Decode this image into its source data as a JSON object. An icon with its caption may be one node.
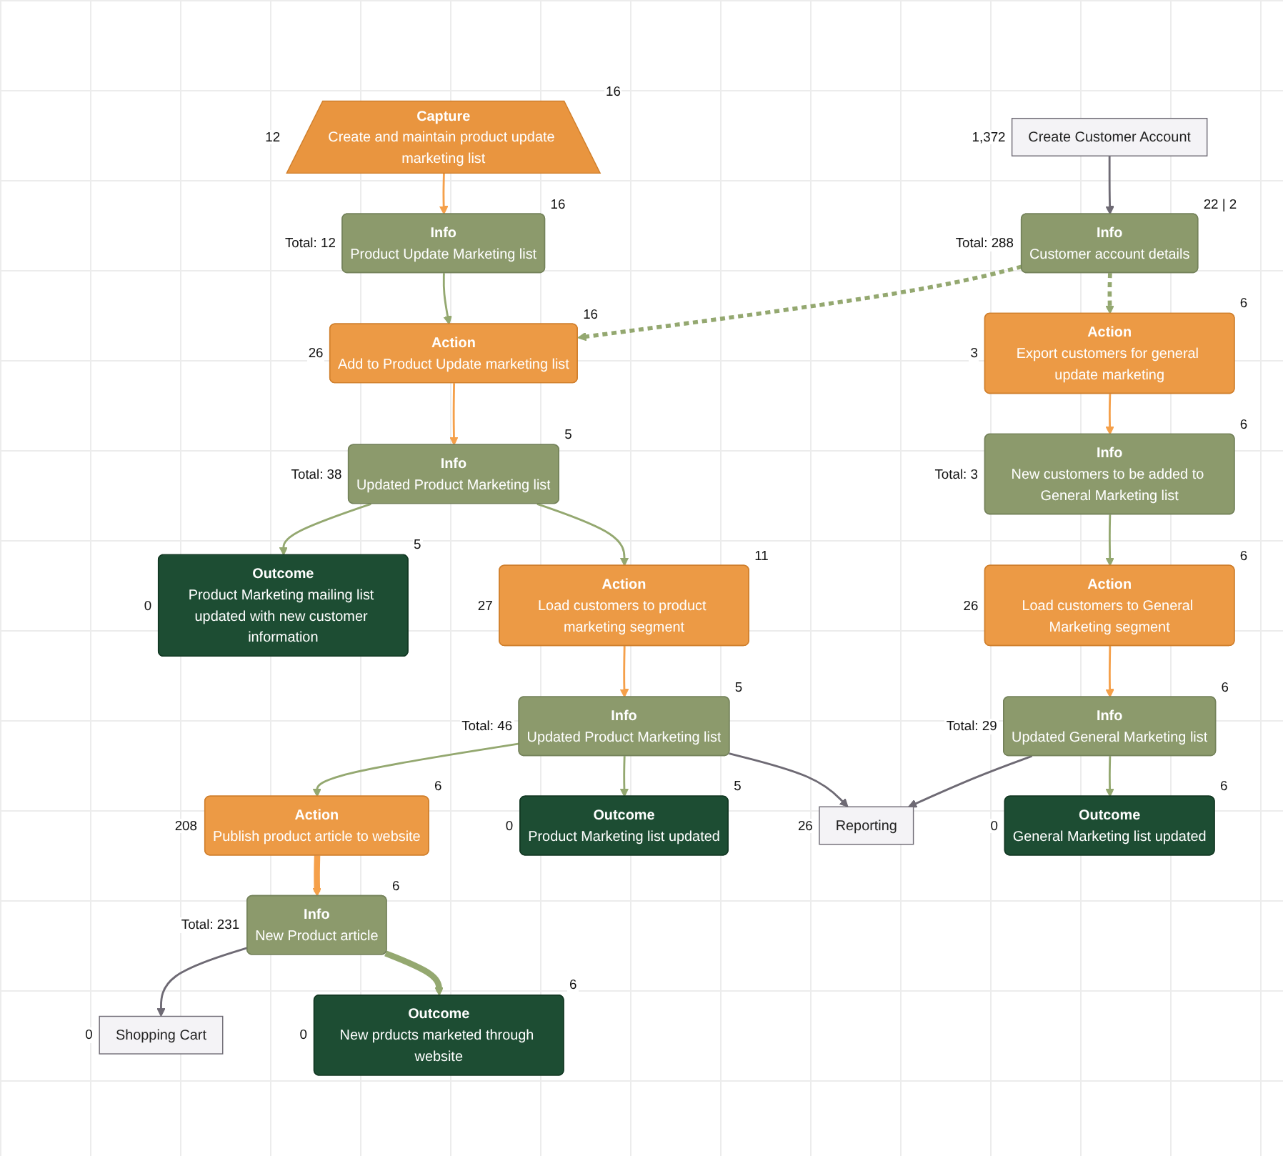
{
  "diagram": {
    "nodes": [
      {
        "text": [
          "Capture",
          "Create and maintain product update marketing list"
        ],
        "beside": [
          "12",
          "16"
        ]
      },
      {
        "text": [
          "Create Customer Account"
        ],
        "beside": [
          "1,372"
        ]
      },
      {
        "text": [
          "Info",
          "Product Update Marketing list"
        ],
        "beside": [
          "Total: 12",
          "16"
        ]
      },
      {
        "text": [
          "Info",
          "Customer account details"
        ],
        "beside": [
          "Total: 288",
          "22 | 2"
        ]
      },
      {
        "text": [
          "Action",
          "Add to Product Update marketing list"
        ],
        "beside": [
          "26",
          "16"
        ]
      },
      {
        "text": [
          "Action",
          "Export customers for general update marketing"
        ],
        "beside": [
          "3",
          "6"
        ]
      },
      {
        "text": [
          "Info",
          "Updated Product Marketing list"
        ],
        "beside": [
          "Total: 38",
          "5"
        ]
      },
      {
        "text": [
          "Info",
          "New customers to be added to General Marketing list"
        ],
        "beside": [
          "Total: 3",
          "6"
        ]
      },
      {
        "text": [
          "Outcome",
          "Product Marketing mailing list updated with new customer information"
        ],
        "beside": [
          "0",
          "5"
        ]
      },
      {
        "text": [
          "Action",
          "Load customers to product marketing segment"
        ],
        "beside": [
          "27",
          "11"
        ]
      },
      {
        "text": [
          "Action",
          "Load customers to General Marketing segment"
        ],
        "beside": [
          "26",
          "6"
        ]
      },
      {
        "text": [
          "Info",
          "Updated Product Marketing list"
        ],
        "beside": [
          "Total: 46",
          "5"
        ]
      },
      {
        "text": [
          "Info",
          "Updated General Marketing list"
        ],
        "beside": [
          "Total: 29",
          "6"
        ]
      },
      {
        "text": [
          "Action",
          "Publish product article to website"
        ],
        "beside": [
          "208",
          "6"
        ]
      },
      {
        "text": [
          "Outcome",
          "Product Marketing list updated"
        ],
        "beside": [
          "0",
          "5"
        ]
      },
      {
        "text": [
          "Reporting"
        ],
        "beside": [
          "26"
        ]
      },
      {
        "text": [
          "Outcome",
          "General Marketing list updated"
        ],
        "beside": [
          "0",
          "6"
        ]
      },
      {
        "text": [
          "Info",
          "New Product article"
        ],
        "beside": [
          "Total: 231",
          "6"
        ]
      },
      {
        "text": [
          "Shopping Cart"
        ],
        "beside": [
          "0"
        ]
      },
      {
        "text": [
          "Outcome",
          "New prducts marketed through website"
        ],
        "beside": [
          "0",
          "6"
        ]
      }
    ],
    "edges": [
      {
        "from": 0,
        "to": 2,
        "arrow": "to",
        "color": "#f5a04a"
      },
      {
        "from": 1,
        "to": 3,
        "arrow": "to",
        "color": "#6e6a74"
      },
      {
        "from": 2,
        "to": 4,
        "arrow": "to"
      },
      {
        "from": 3,
        "to": 4,
        "arrow": "to",
        "style": "dashed"
      },
      {
        "from": 3,
        "to": 5,
        "arrow": "to",
        "style": "dashed"
      },
      {
        "from": 4,
        "to": 6,
        "arrow": "to",
        "color": "#f5a04a"
      },
      {
        "from": 5,
        "to": 7,
        "arrow": "to",
        "color": "#f5a04a"
      },
      {
        "from": 6,
        "to": 8,
        "arrow": "to"
      },
      {
        "from": 6,
        "to": 9,
        "arrow": "to"
      },
      {
        "from": 7,
        "to": 10,
        "arrow": "to"
      },
      {
        "from": 9,
        "to": 11,
        "arrow": "to",
        "color": "#f5a04a"
      },
      {
        "from": 10,
        "to": 12,
        "arrow": "to",
        "color": "#f5a04a"
      },
      {
        "from": 11,
        "to": 13,
        "arrow": "to"
      },
      {
        "from": 11,
        "to": 14,
        "arrow": "to"
      },
      {
        "from": 11,
        "to": 15,
        "arrow": "to",
        "color": "#6e6a74"
      },
      {
        "from": 12,
        "to": 15,
        "arrow": "to",
        "color": "#6e6a74"
      },
      {
        "from": 12,
        "to": 16,
        "arrow": "to"
      },
      {
        "from": 13,
        "to": 17,
        "arrow": "to",
        "style": "thick",
        "color": "#f5a04a"
      },
      {
        "from": 17,
        "to": 18,
        "arrow": "to",
        "color": "#6e6a74"
      },
      {
        "from": 17,
        "to": 19,
        "arrow": "to",
        "style": "thick"
      }
    ]
  }
}
